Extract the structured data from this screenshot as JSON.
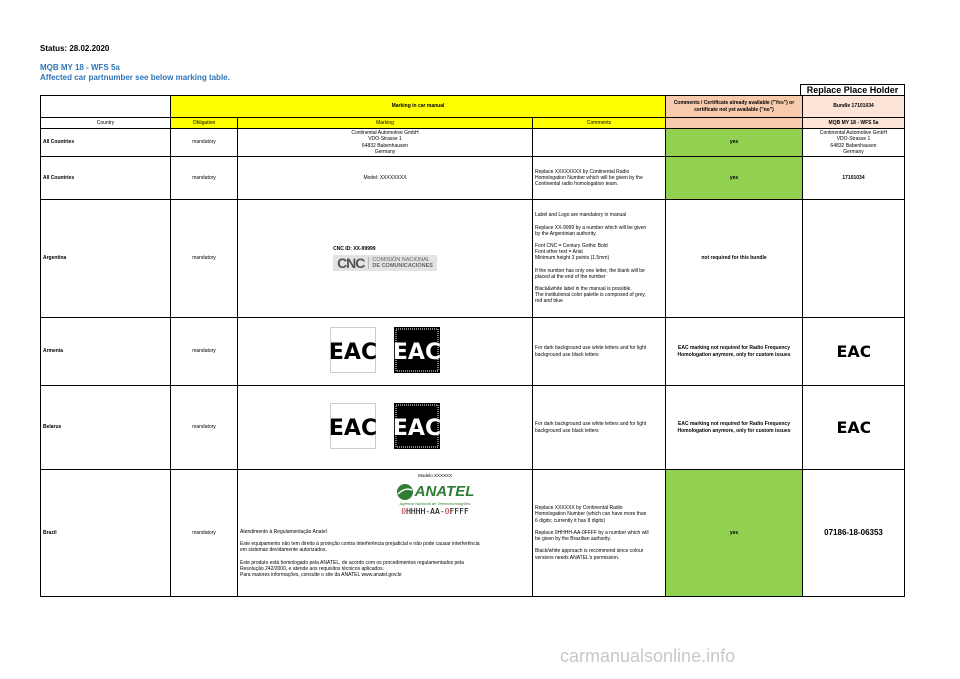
{
  "header": {
    "status": "Status: 28.02.2020",
    "project": "MQB MY 18 - WFS 5a",
    "affected": "Affected car partnumber see below marking table.",
    "replace_holder": "Replace Place Holder"
  },
  "table": {
    "top": {
      "marking_in_car_manual": "Marking in car manual",
      "comments_cert": "Comments / Certificate already available (\"Yes\") or certificate not yet available (\"no\")",
      "bundle": "Bundle 17101034"
    },
    "columns": {
      "country": "Country",
      "obligation": "Obligation",
      "marking": "Marking",
      "comments": "Comments",
      "bundle_sub": "MQB MY 18 - WFS 5a"
    },
    "rows": [
      {
        "country": "All Countries",
        "obligation": "mandatory",
        "marking_lines": [
          "Continental Automotive GmbH",
          "VDO-Strasse 1",
          "64832 Babenhausen",
          "Germany"
        ],
        "comment": "",
        "cert": "yes",
        "bundle_lines": [
          "Continental Automotive GmbH",
          "VDO-Strasse 1",
          "64832 Babenhausen",
          "Germany"
        ]
      },
      {
        "country": "All Countries",
        "obligation": "mandatory",
        "marking": "Model: XXXXXXXX",
        "comment_lines": [
          "Replace XXXXXXXX by Continental Radio",
          "Homologation Number which will be given by the",
          "Continental radio homologation team."
        ],
        "cert": "yes",
        "bundle": "17101034"
      },
      {
        "country": "Argentina",
        "obligation": "mandatory",
        "cnc_id": "CNC ID: XX-99999",
        "cnc_logo_text": "CNC",
        "cnc_name1": "COMISIÓN NACIONAL",
        "cnc_name2": "DE COMUNICACIONES",
        "comment_lines": [
          "Label and Logo are mandatory in manual",
          "",
          "Replace XX-9999 by a number which will be given",
          "by the Argentinian authority.",
          "",
          "Font CNC = Century Gothic Bold",
          "Font other text  = Arial",
          "Minimum height 3 points (1.5mm)",
          "",
          "If the number has only one letter, the blank will be",
          "placed at the end of the number",
          "",
          "Black&white label in the manual is possible.",
          "The institutional color palette is composed of grey,",
          "red and blue"
        ],
        "cert": "not required for this bundle"
      },
      {
        "country": "Armenia",
        "obligation": "mandatory",
        "comment_lines": [
          "For dark background use white letters and for light",
          "background use black letters"
        ],
        "cert_lines": [
          "EAC marking not required for Radio Frequency",
          "Homologation anymore, only for custom issues"
        ]
      },
      {
        "country": "Belarus",
        "obligation": "mandatory",
        "comment_lines": [
          "For dark background use white letters and for light",
          "background use black letters"
        ],
        "cert_lines": [
          "EAC marking not required for Radio Frequency",
          "Homologation anymore, only for custom issues"
        ]
      },
      {
        "country": "Brazil",
        "obligation": "mandatory",
        "anatel_model": "Modelo XXXXXX",
        "anatel_name": "ANATEL",
        "anatel_sub": "Agência Nacional de Telecomunicações",
        "anatel_code_a": "0",
        "anatel_code_b": "HHHH-AA-",
        "anatel_code_c": "0",
        "anatel_code_d": "FFFF",
        "marking_lines": [
          "Atendimento à Regulamentação Anatel",
          "",
          "Este equipamento não tem direito à proteção contra interferência prejudicial e não pode causar interferência",
          "em sistemas devidamente autorizados.",
          "",
          "Este produto está homologado pela ANATEL, de acordo com os procedimentos regulamentados pela",
          "Resolução 242/2000, e atende aos requisitos técnicos aplicados.",
          "Para maiores informações, consulte o site da ANATEL www.anatel.gov.br"
        ],
        "comment_lines": [
          "Replace XXXXXX by Continental Radio",
          "Homologation Number (which can have more than",
          "6 digits; currently it has 8 digits)",
          "",
          "Replace 0HHHH-AA-0FFFF by a number which will",
          "be given by the Brazilian authority.",
          "",
          "Black/white approach is  recommend since colour",
          "versions needs ANATEL's permission."
        ],
        "cert": "yes",
        "bundle": "07186-18-06353"
      }
    ]
  },
  "eac_text": "EAC",
  "watermark": "carmanualsonline.info",
  "colors": {
    "blue_heading": "#2e75b6",
    "yellow": "#ffff00",
    "orange": "#f7caac",
    "pink": "#fce4d6",
    "green": "#92d050"
  }
}
